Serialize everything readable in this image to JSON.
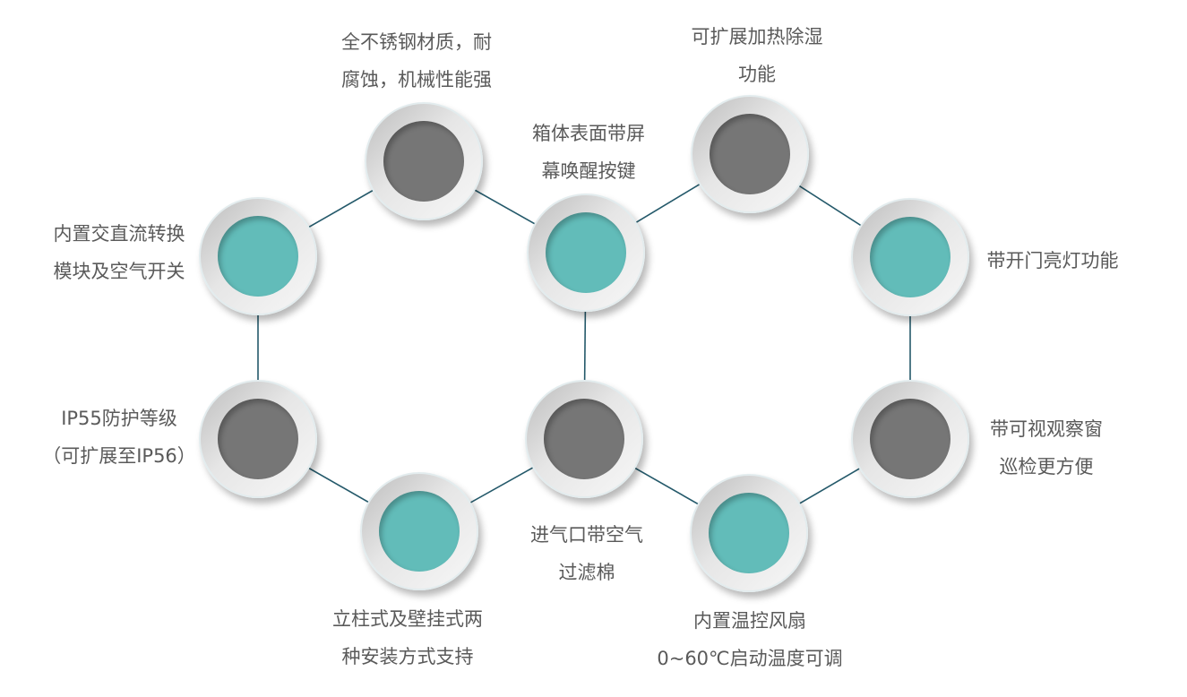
{
  "colors": {
    "gray": "#767676",
    "teal": "#62bcb9",
    "line": "#24596a"
  },
  "nodes": [
    {
      "id": "n1",
      "fill": "gray",
      "lines": [
        "全不锈钢材质，耐",
        "腐蚀，机械性能强"
      ]
    },
    {
      "id": "n2",
      "fill": "teal",
      "lines": [
        "内置交直流转换",
        "模块及空气开关"
      ]
    },
    {
      "id": "n3",
      "fill": "teal",
      "lines": [
        "箱体表面带屏",
        "幕唤醒按键"
      ]
    },
    {
      "id": "n4",
      "fill": "gray",
      "lines": [
        "可扩展加热除湿",
        "功能"
      ]
    },
    {
      "id": "n5",
      "fill": "teal",
      "lines": [
        "带开门亮灯功能"
      ]
    },
    {
      "id": "n6",
      "fill": "gray",
      "lines": [
        "IP55防护等级",
        "（可扩展至IP56）"
      ]
    },
    {
      "id": "n7",
      "fill": "teal",
      "lines": [
        "立柱式及壁挂式两",
        "种安装方式支持"
      ]
    },
    {
      "id": "n8",
      "fill": "gray",
      "lines": [
        "进气口带空气",
        "过滤棉"
      ]
    },
    {
      "id": "n9",
      "fill": "teal",
      "lines": [
        "内置温控风扇",
        "0~60℃启动温度可调"
      ]
    },
    {
      "id": "n10",
      "fill": "gray",
      "lines": [
        "带可视观察窗",
        "巡检更方便"
      ]
    }
  ],
  "edges": [
    [
      "n2",
      "n1"
    ],
    [
      "n1",
      "n3"
    ],
    [
      "n3",
      "n4"
    ],
    [
      "n4",
      "n5"
    ],
    [
      "n2",
      "n6"
    ],
    [
      "n3",
      "n8"
    ],
    [
      "n5",
      "n10"
    ],
    [
      "n6",
      "n7"
    ],
    [
      "n7",
      "n8"
    ],
    [
      "n8",
      "n9"
    ],
    [
      "n9",
      "n10"
    ]
  ]
}
